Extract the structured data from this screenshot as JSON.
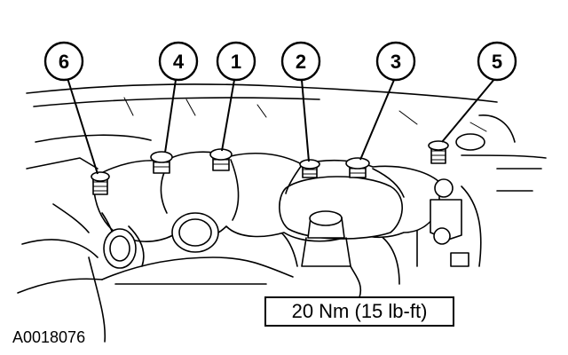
{
  "figure_id": "A0018076",
  "torque_spec": "20 Nm (15 lb-ft)",
  "callouts": [
    {
      "id": "bolt-6",
      "label": "6"
    },
    {
      "id": "bolt-4",
      "label": "4"
    },
    {
      "id": "bolt-1",
      "label": "1"
    },
    {
      "id": "bolt-2",
      "label": "2"
    },
    {
      "id": "bolt-3",
      "label": "3"
    },
    {
      "id": "bolt-5",
      "label": "5"
    }
  ]
}
